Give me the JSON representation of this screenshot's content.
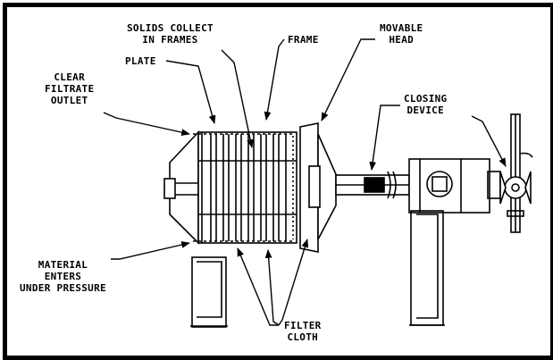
{
  "labels": {
    "solids_collect_1": "SOLIDS COLLECT",
    "solids_collect_2": "IN FRAMES",
    "plate": "PLATE",
    "frame": "FRAME",
    "movable_head_1": "MOVABLE",
    "movable_head_2": "HEAD",
    "clear_filtrate_1": "CLEAR",
    "clear_filtrate_2": "FILTRATE",
    "clear_filtrate_3": "OUTLET",
    "closing_device_1": "CLOSING",
    "closing_device_2": "DEVICE",
    "material_1": "MATERIAL",
    "material_2": "ENTERS",
    "material_3": "UNDER PRESSURE",
    "filter_cloth_1": "FILTER",
    "filter_cloth_2": "CLOTH"
  }
}
